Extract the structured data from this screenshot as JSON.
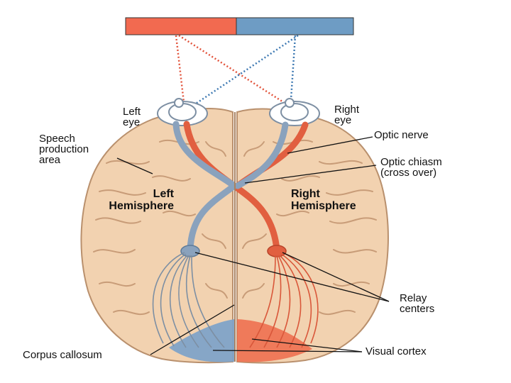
{
  "labels": {
    "left_eye": [
      "Left",
      "eye"
    ],
    "right_eye": [
      "Right",
      "eye"
    ],
    "speech_area": [
      "Speech",
      "production",
      "area"
    ],
    "optic_nerve": "Optic nerve",
    "optic_chiasm": [
      "Optic chiasm",
      "(cross over)"
    ],
    "left_hemisphere": [
      "Left",
      "Hemisphere"
    ],
    "right_hemisphere": [
      "Right",
      "Hemisphere"
    ],
    "relay_centers": [
      "Relay",
      "centers"
    ],
    "corpus_callosum": "Corpus callosum",
    "visual_cortex": "Visual cortex"
  },
  "colors": {
    "left_field": "#f26a50",
    "right_field": "#6e9cc4",
    "brain": "#f2d2b0",
    "brain_outline": "#b9906d",
    "gyri": "#c89c78"
  }
}
